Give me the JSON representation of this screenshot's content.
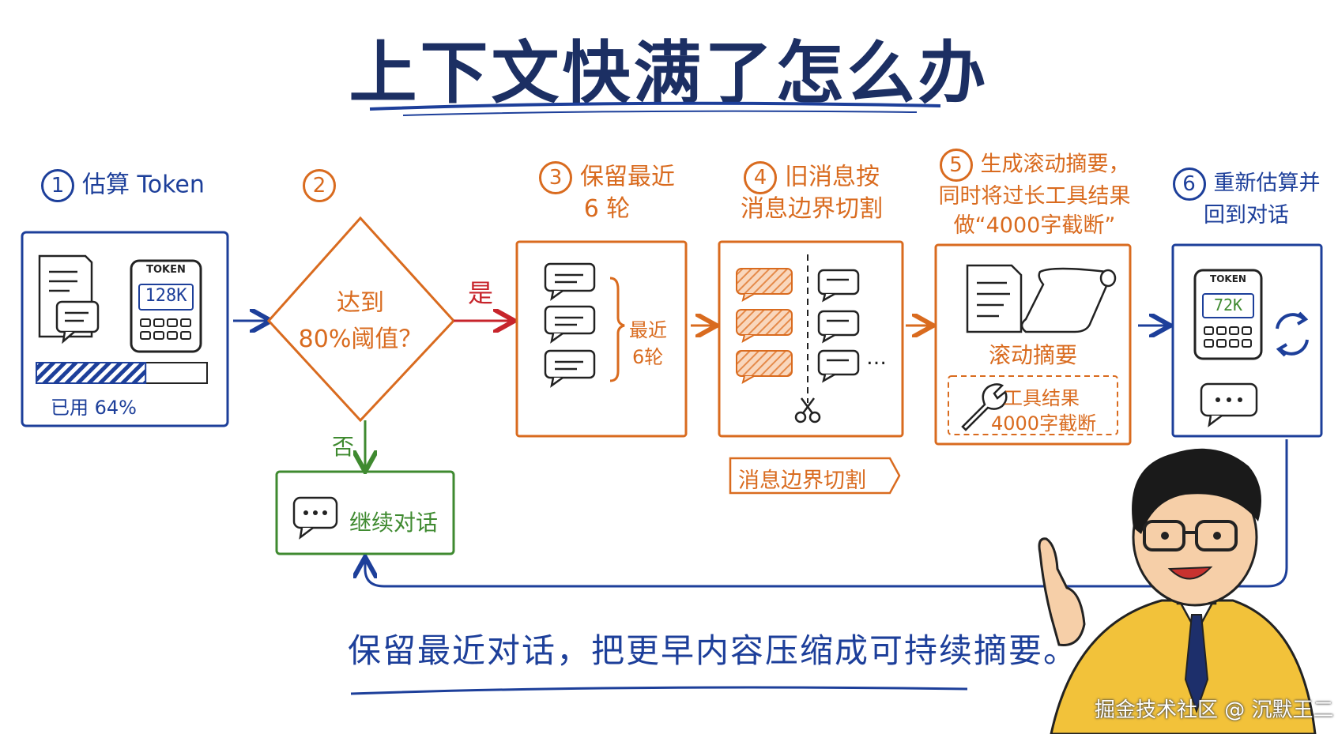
{
  "title": "上下文快满了怎么办",
  "steps": {
    "s1": {
      "num": "1",
      "label": "估算 Token",
      "token_label": "TOKEN",
      "token_value": "128K",
      "usage_text": "已用 64%",
      "usage_fraction": 0.64
    },
    "s2": {
      "num": "2",
      "question_l1": "达到",
      "question_l2": "80%阈值？",
      "yes": "是",
      "no": "否",
      "continue_label": "继续对话"
    },
    "s3": {
      "num": "3",
      "label_l1": "保留最近",
      "label_l2": "6 轮",
      "brace_l1": "最近",
      "brace_l2": "6轮"
    },
    "s4": {
      "num": "4",
      "label_l1": "旧消息按",
      "label_l2": "消息边界切割",
      "tag": "消息边界切割",
      "ellipsis": "…"
    },
    "s5": {
      "num": "5",
      "label_l1": "生成滚动摘要，",
      "label_l2": "同时将过长工具结果",
      "label_l3": "做“4000字截断”",
      "summary_label": "滚动摘要",
      "tool_l1": "工具结果",
      "tool_l2": "4000字截断"
    },
    "s6": {
      "num": "6",
      "label_l1": "重新估算并",
      "label_l2": "回到对话",
      "token_label": "TOKEN",
      "token_value": "72K"
    }
  },
  "footer": "保留最近对话，把更早内容压缩成可持续摘要。",
  "watermark": "掘金技术社区 @ 沉默王二",
  "colors": {
    "navy": "#1c2f63",
    "blue": "#1d3f9a",
    "orange": "#d96b1f",
    "green": "#3f8a30",
    "red": "#c7242b"
  }
}
